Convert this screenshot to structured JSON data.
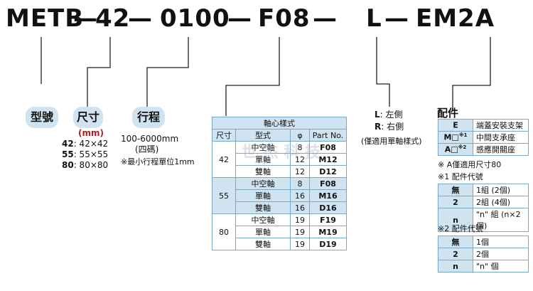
{
  "code": {
    "p1": "METB",
    "d1": "—",
    "p2": "42",
    "d2": "—",
    "p3": "0100",
    "d3": "—",
    "p4": "F08",
    "d4": "—",
    "p5": "L",
    "d5": "—",
    "p6": "EM2A"
  },
  "model": {
    "label": "型號"
  },
  "size": {
    "label": "尺寸",
    "unit": "(mm)",
    "options": [
      {
        "key": "42",
        "value": ": 42×42"
      },
      {
        "key": "55",
        "value": ": 55×55"
      },
      {
        "key": "80",
        "value": ": 80×80"
      }
    ]
  },
  "stroke": {
    "label": "行程",
    "range": "100-6000mm",
    "sub": "(四碼)",
    "note": "※最小行程單位1mm"
  },
  "shaft_table": {
    "title": "軸心樣式",
    "headers": [
      "尺寸",
      "型式",
      "φ",
      "Part No."
    ],
    "groups": [
      {
        "size": "42",
        "rows": [
          {
            "type": "中空軸",
            "dia": "8",
            "part": "F08"
          },
          {
            "type": "單軸",
            "dia": "12",
            "part": "M12"
          },
          {
            "type": "雙軸",
            "dia": "12",
            "part": "D12"
          }
        ]
      },
      {
        "size": "55",
        "rows": [
          {
            "type": "中空軸",
            "dia": "8",
            "part": "F08"
          },
          {
            "type": "單軸",
            "dia": "16",
            "part": "M16"
          },
          {
            "type": "雙軸",
            "dia": "16",
            "part": "D16"
          }
        ]
      },
      {
        "size": "80",
        "rows": [
          {
            "type": "中空軸",
            "dia": "19",
            "part": "F19"
          },
          {
            "type": "單軸",
            "dia": "19",
            "part": "M19"
          },
          {
            "type": "雙軸",
            "dia": "19",
            "part": "D19"
          }
        ]
      }
    ]
  },
  "side": {
    "l_key": "L",
    "l_value": ": 左側",
    "r_key": "R",
    "r_value": ": 右側",
    "note": "(僅適用單軸樣式)"
  },
  "accessories": {
    "title": "配件",
    "items": [
      {
        "key": "E",
        "sup": "",
        "desc": "端蓋安裝支架"
      },
      {
        "key": "M□",
        "sup": "※1",
        "desc": "中間支承座"
      },
      {
        "key": "A□",
        "sup": "※2",
        "desc": "感應開關座"
      }
    ],
    "note_a": "※ A僅適用尺寸80",
    "code1_title": "※1 配件代號",
    "code1": [
      {
        "key": "無",
        "desc": "1組 (2個)"
      },
      {
        "key": "2",
        "desc": "2組 (4個)"
      },
      {
        "key": "n",
        "desc": "\"n\" 組 (n×2個)"
      }
    ],
    "code2_title": "※2 配件代號",
    "code2": [
      {
        "key": "無",
        "desc": "1個"
      },
      {
        "key": "2",
        "desc": "2個"
      },
      {
        "key": "n",
        "desc": "\"n\" 個"
      }
    ]
  },
  "watermark": "世 杰 科 技",
  "colors": {
    "accent": "#cfe3f1",
    "line": "#222222"
  }
}
